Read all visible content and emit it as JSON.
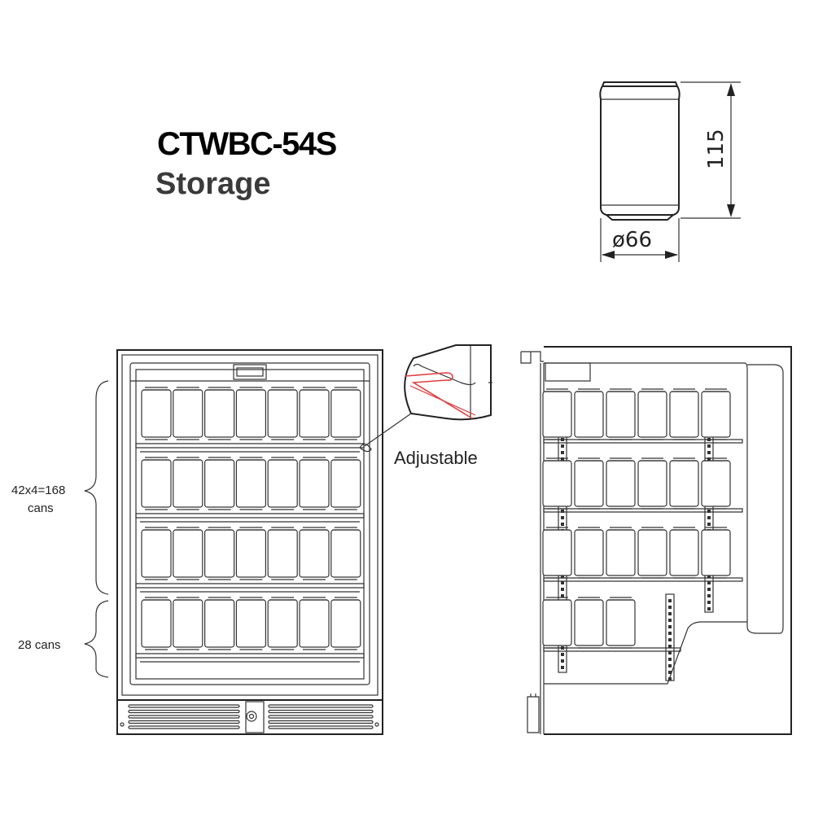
{
  "title": {
    "model": "CTWBC-54S",
    "subtitle": "Storage"
  },
  "can_dimensions": {
    "height": "115",
    "diameter": "ø66"
  },
  "capacity": {
    "upper_label_line1": "42x4=168",
    "upper_label_line2": "cans",
    "lower_label": "28 cans"
  },
  "callout": {
    "label": "Adjustable"
  },
  "front_view": {
    "shelves": 4,
    "cans_per_row": 7
  },
  "side_view": {
    "full_rows": 3,
    "cans_per_full_row": 6,
    "bottom_row_cans": 3
  },
  "colors": {
    "line": "#333333",
    "highlight": "#e04040",
    "title": "#000000",
    "subtitle": "#3a3a3a"
  }
}
